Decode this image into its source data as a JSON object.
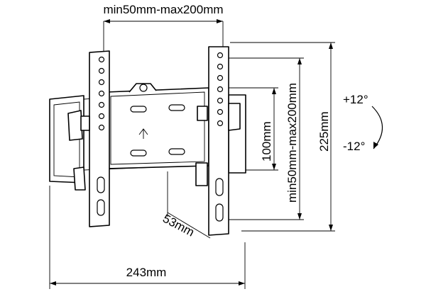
{
  "dimensions": {
    "top_width": "min50mm-max200mm",
    "right_height_range": "min50mm-max200mm",
    "inner_height": "100mm",
    "total_height": "225mm",
    "depth": "53mm",
    "bottom_width": "243mm"
  },
  "tilt": {
    "up": "+12°",
    "down": "-12°"
  }
}
